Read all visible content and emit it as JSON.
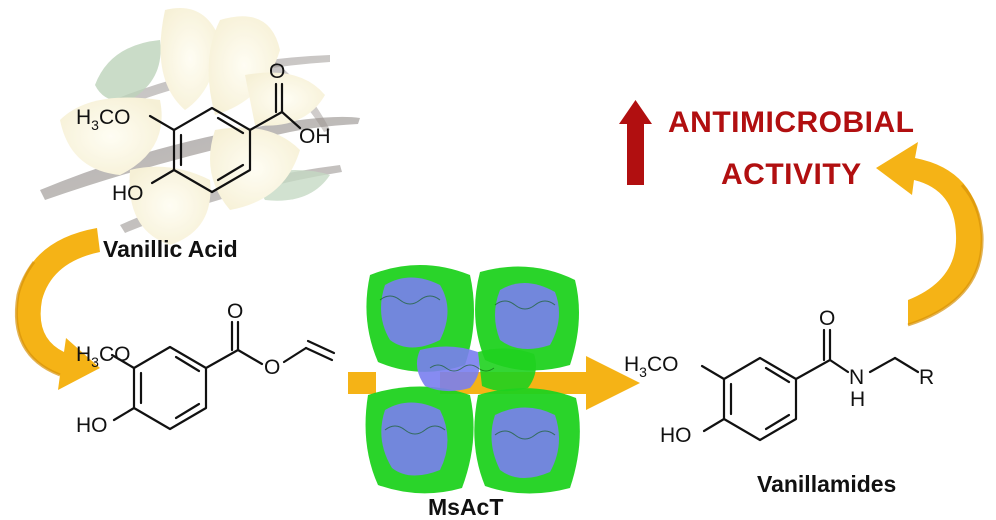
{
  "labels": {
    "vanillic_acid": "Vanillic Acid",
    "enzyme": "MsAcT",
    "product": "Vanillamides",
    "activity_line1": "ANTIMICROBIAL",
    "activity_line2": "ACTIVITY"
  },
  "atoms": {
    "methoxy_h": "H",
    "methoxy_sub": "3",
    "methoxy_co": "CO",
    "hydroxy": "HO",
    "carbonyl_o": "O",
    "acid_oh": "OH",
    "ester_o": "O",
    "amide_n": "N",
    "amide_h": "H",
    "r_group": "R"
  },
  "colors": {
    "arrow_gold": "#f5b316",
    "arrow_gold_dark": "#d7930a",
    "title_red": "#b10f10",
    "protein_blue": "#7a7ff0",
    "protein_green": "#1fd21f"
  }
}
